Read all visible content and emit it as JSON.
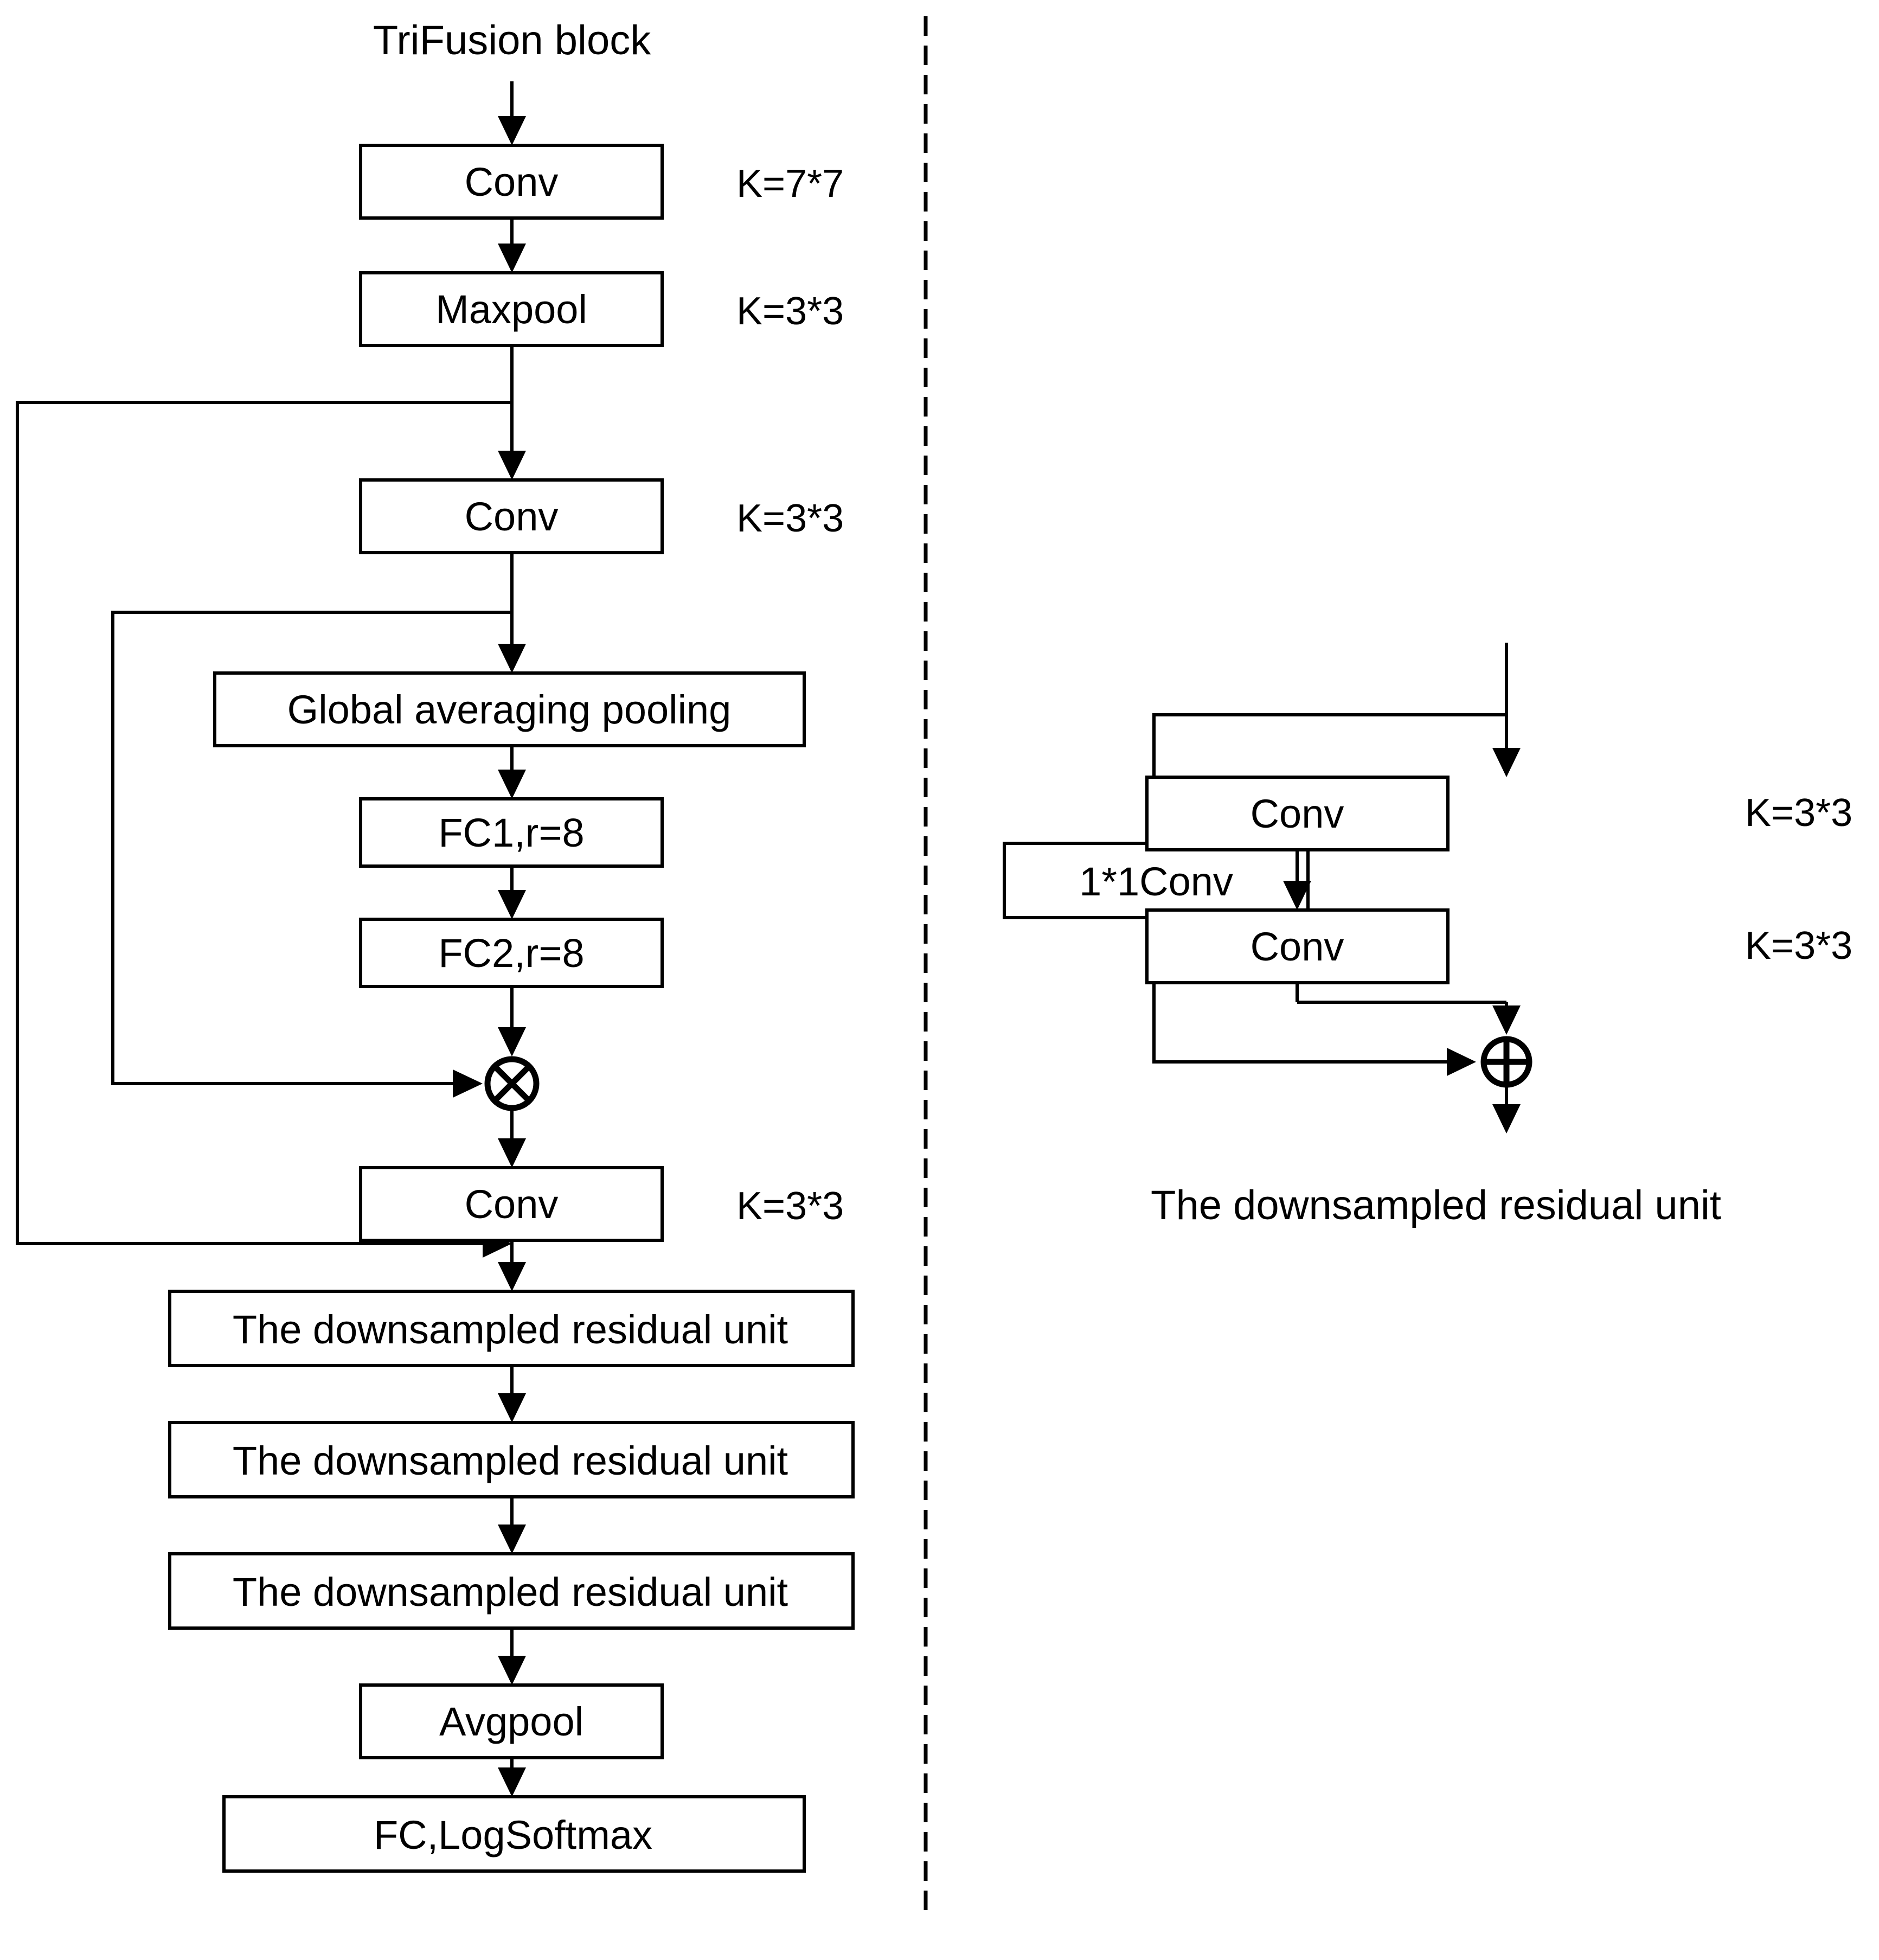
{
  "figure": {
    "title": "TriFusion block",
    "right_caption": "The downsampled residual unit"
  },
  "left_pipeline": {
    "nodes": [
      {
        "id": "conv7",
        "label": "Conv",
        "k_label": "K=7*7"
      },
      {
        "id": "maxpool",
        "label": "Maxpool",
        "k_label": "K=3*3"
      },
      {
        "id": "conv3a",
        "label": "Conv",
        "k_label": "K=3*3"
      },
      {
        "id": "gap",
        "label": "Global averaging pooling",
        "k_label": ""
      },
      {
        "id": "fc1",
        "label": "FC1,r=8",
        "k_label": ""
      },
      {
        "id": "fc2",
        "label": "FC2,r=8",
        "k_label": ""
      },
      {
        "id": "mul",
        "label": "⊗",
        "k_label": ""
      },
      {
        "id": "conv3b",
        "label": "Conv",
        "k_label": "K=3*3"
      },
      {
        "id": "res1",
        "label": "The downsampled residual unit",
        "k_label": ""
      },
      {
        "id": "res2",
        "label": "The downsampled residual unit",
        "k_label": ""
      },
      {
        "id": "res3",
        "label": "The downsampled residual unit",
        "k_label": ""
      },
      {
        "id": "avgpool",
        "label": "Avgpool",
        "k_label": ""
      },
      {
        "id": "fcout",
        "label": "FC,LogSoftmax",
        "k_label": ""
      }
    ],
    "multiply_node_symbol": "⊗"
  },
  "right_unit": {
    "nodes": [
      {
        "id": "shortcut_conv",
        "label": "1*1Conv",
        "k_label": ""
      },
      {
        "id": "conv_a",
        "label": "Conv",
        "k_label": "K=3*3"
      },
      {
        "id": "conv_b",
        "label": "Conv",
        "k_label": "K=3*3"
      }
    ],
    "add_node_symbol": "⊕",
    "caption": "The downsampled residual unit"
  },
  "colors": {
    "stroke": "#000000",
    "fill": "#ffffff",
    "background": "#ffffff"
  }
}
